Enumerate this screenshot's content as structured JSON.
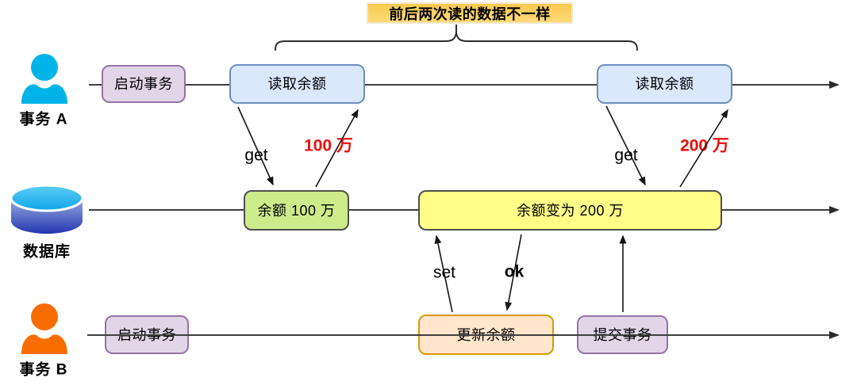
{
  "annotation": {
    "label": "前后两次读的数据不一样"
  },
  "lanes": {
    "transaction_a": {
      "label": "事务 A",
      "start_box": "启动事务",
      "read1_box": "读取余额",
      "read2_box": "读取余额"
    },
    "database": {
      "label": "数据库",
      "balance1_box": "余额 100 万",
      "balance2_box": "余额变为 200 万"
    },
    "transaction_b": {
      "label": "事务 B",
      "start_box": "启动事务",
      "update_box": "更新余额",
      "commit_box": "提交事务"
    }
  },
  "arrow_labels": {
    "get_left": "get",
    "value_left": "100 万",
    "get_right": "get",
    "value_right": "200 万",
    "set": "set",
    "ok": "ok"
  },
  "colors": {
    "value_red": "#f00d0d",
    "annotation_fill": "#fbd35f",
    "purple_fill": "#e1d5e7",
    "purple_stroke": "#9673a6",
    "blue_fill": "#dae8fc",
    "blue_stroke": "#6c8ebf",
    "green_fill": "#cdeb8b",
    "green_stroke": "#4f4f4f",
    "yellow_fill": "#ffff88",
    "yellow_stroke": "#4f4f4f",
    "orange_fill": "#ffe6cc",
    "orange_stroke": "#d79b00",
    "person_a": "#00b4e8",
    "person_b": "#f86d00",
    "timeline": "#3f3f3f"
  }
}
